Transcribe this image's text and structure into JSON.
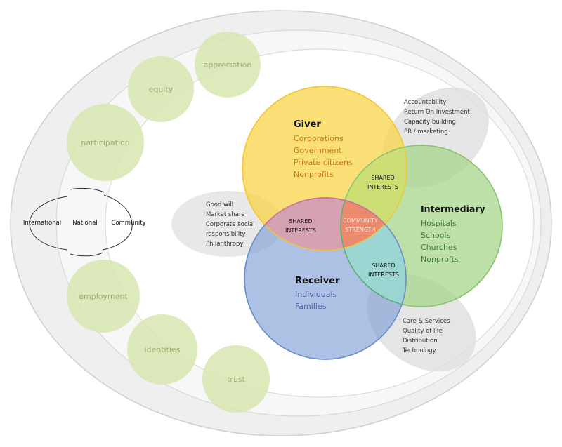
{
  "values": [
    "appreciation",
    "equity",
    "participation",
    "employment",
    "identities",
    "trust"
  ],
  "scope": {
    "international": "International",
    "national": "National",
    "community": "Community"
  },
  "giver": {
    "title": "Giver",
    "items": [
      "Corporations",
      "Government",
      "Private citizens",
      "Nonprofits"
    ]
  },
  "intermediary": {
    "title": "Intermediary",
    "items": [
      "Hospitals",
      "Schools",
      "Churches",
      "Nonprofts"
    ]
  },
  "receiver": {
    "title": "Receiver",
    "items": [
      "Individuals",
      "Families"
    ]
  },
  "shared": {
    "line1": "SHARED",
    "line2": "INTERESTS"
  },
  "community": {
    "line1": "COMMUNITY",
    "line2": "STRENGTH"
  },
  "benefits_left": [
    "Good will",
    "Market share",
    "Corporate social",
    "responsibility",
    "Philanthropy"
  ],
  "benefits_top": [
    "Accountability",
    "Return On Investment",
    "Capacity building",
    "PR / marketing"
  ],
  "benefits_bottom": [
    "Care & Services",
    "Quality of life",
    "Distribution",
    "Technology"
  ],
  "colors": {
    "giver": "#f7d447",
    "intermediary": "#a6d68b",
    "receiver": "#7f9fd6",
    "value_circle": "#d7e6b0",
    "value_text": "#a0ad70",
    "giver_items": "#c8791a",
    "intermediary_items": "#3f7d2f",
    "receiver_items": "#4a66a8",
    "community_text": "#e07c6a"
  }
}
